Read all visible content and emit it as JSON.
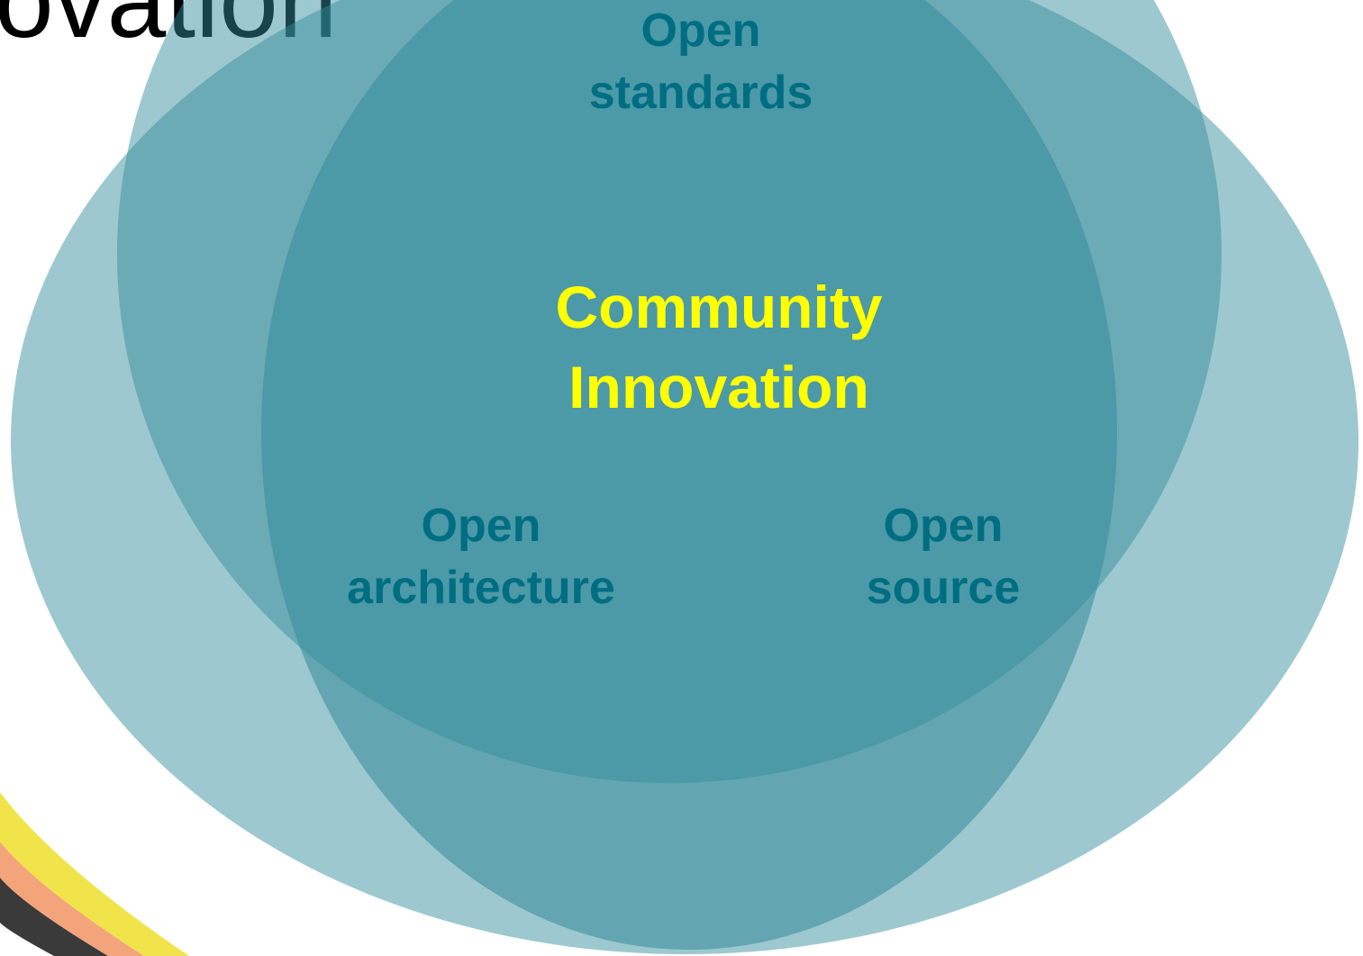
{
  "title_fragment": "ovation",
  "labels": {
    "top": [
      "Open",
      "standards"
    ],
    "center": [
      "Community",
      "Innovation"
    ],
    "left": [
      "Open",
      "architecture"
    ],
    "right": [
      "Open",
      "source"
    ]
  },
  "colors": {
    "circle_fill": "#338b9b",
    "label_teal": "#006e82",
    "label_center": "#ffff00",
    "stripe_yellow": "#f0e44a",
    "stripe_orange": "#f4a47a",
    "stripe_dark": "#3a3a3a"
  }
}
